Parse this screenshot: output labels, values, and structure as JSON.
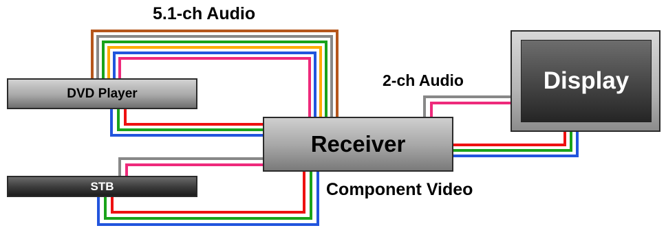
{
  "labels": {
    "audio_51": "5.1-ch Audio",
    "audio_2ch": "2-ch Audio",
    "component_video": "Component Video"
  },
  "devices": {
    "dvd_player": "DVD Player",
    "stb": "STB",
    "receiver": "Receiver",
    "display": "Display"
  },
  "colors": {
    "brown": "#b5561c",
    "gray": "#888888",
    "green": "#1aa31a",
    "orange": "#ffaa00",
    "blue": "#2255dd",
    "red": "#ee1111",
    "magenta": "#ee2a7b",
    "white": "#ffffff"
  }
}
